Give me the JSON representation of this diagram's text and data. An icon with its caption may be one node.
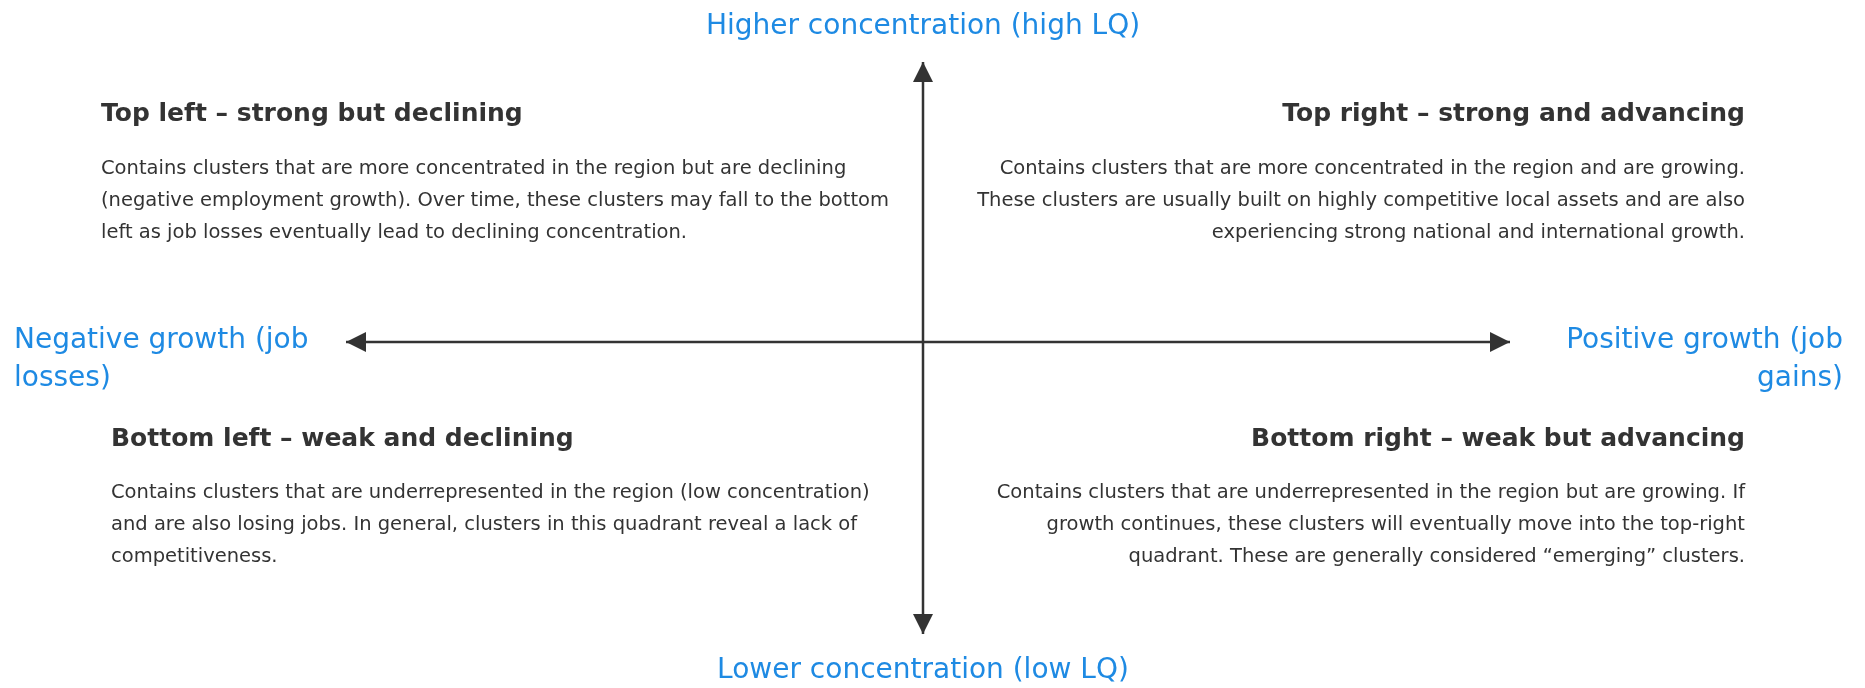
{
  "diagram": {
    "labels": [
      "Higher concentration (high LQ)",
      "Top left – strong but declining",
      "Contains clusters that are more concentrated in the region but are declining (negative employment growth). Over time, these clusters may fall to the bottom left as job losses eventually lead to declining concentration.",
      "Top right – strong and advancing",
      "Contains clusters that are more concentrated in the region and are growing. These clusters are usually built on highly competitive local assets and are also experiencing strong national and international growth.",
      "Negative growth (job losses)",
      "Positive growth (job gains)",
      "Bottom left – weak and declining",
      "Contains clusters that are underrepresented in the region (low concentration) and are also losing jobs. In general, clusters in this quadrant reveal a lack of competitiveness.",
      "Bottom right – weak but advancing",
      "Contains clusters that are underrepresented in the region but are growing. If growth continues, these clusters will eventually move into the top-right quadrant. These are generally considered “emerging” clusters.",
      "Lower concentration (low LQ)"
    ]
  }
}
